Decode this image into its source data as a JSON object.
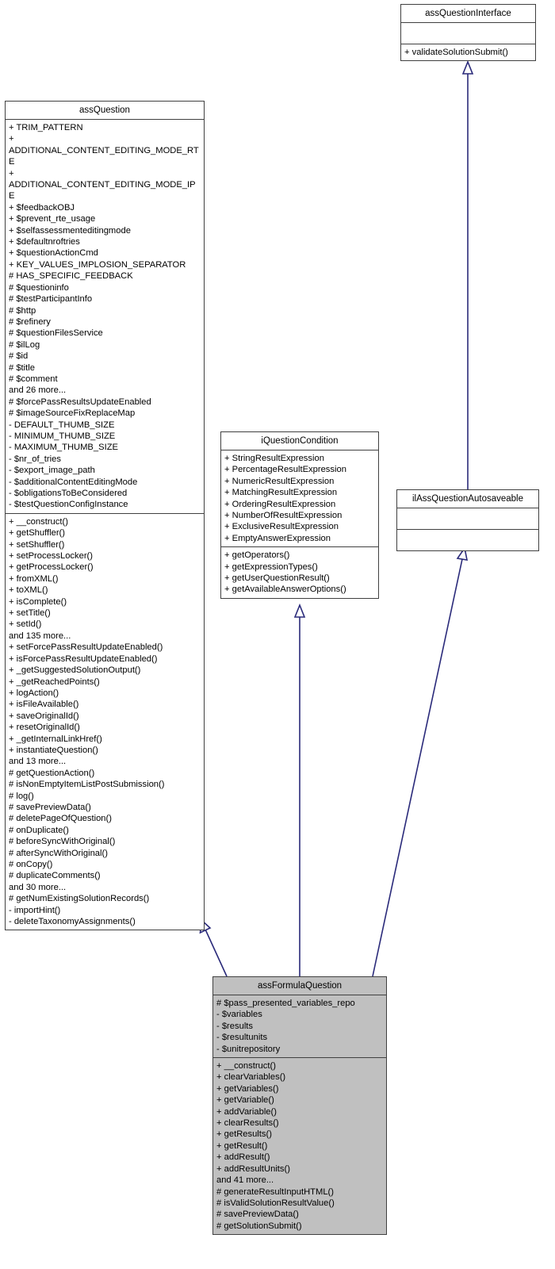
{
  "diagram": {
    "kind": "uml-class-diagram",
    "colors": {
      "box_border": "#404040",
      "box_fill": "#ffffff",
      "highlight_fill": "#c0c0c0",
      "edge": "#2a2a7a",
      "text": "#000000"
    }
  },
  "classes": {
    "ass_question_interface": {
      "name": "assQuestionInterface",
      "attributes": [],
      "operations": [
        "+ validateSolutionSubmit()"
      ]
    },
    "ass_question": {
      "name": "assQuestion",
      "attributes": [
        "+ TRIM_PATTERN",
        "+ ADDITIONAL_CONTENT_EDITING_MODE_RTE",
        "+ ADDITIONAL_CONTENT_EDITING_MODE_IPE",
        "+ $feedbackOBJ",
        "+ $prevent_rte_usage",
        "+ $selfassessmenteditingmode",
        "+ $defaultnroftries",
        "+ $questionActionCmd",
        "+ KEY_VALUES_IMPLOSION_SEPARATOR",
        "# HAS_SPECIFIC_FEEDBACK",
        "# $questioninfo",
        "# $testParticipantInfo",
        "# $http",
        "# $refinery",
        "# $questionFilesService",
        "# $ilLog",
        "# $id",
        "# $title",
        "# $comment",
        "and 26 more...",
        "# $forcePassResultsUpdateEnabled",
        "# $imageSourceFixReplaceMap",
        "- DEFAULT_THUMB_SIZE",
        "- MINIMUM_THUMB_SIZE",
        "- MAXIMUM_THUMB_SIZE",
        "- $nr_of_tries",
        "- $export_image_path",
        "- $additionalContentEditingMode",
        "- $obligationsToBeConsidered",
        "- $testQuestionConfigInstance"
      ],
      "operations": [
        "+ __construct()",
        "+ getShuffler()",
        "+ setShuffler()",
        "+ setProcessLocker()",
        "+ getProcessLocker()",
        "+ fromXML()",
        "+ toXML()",
        "+ isComplete()",
        "+ setTitle()",
        "+ setId()",
        "and 135 more...",
        "+ setForcePassResultUpdateEnabled()",
        "+ isForcePassResultUpdateEnabled()",
        "+ _getSuggestedSolutionOutput()",
        "+ _getReachedPoints()",
        "+ logAction()",
        "+ isFileAvailable()",
        "+ saveOriginalId()",
        "+ resetOriginalId()",
        "+ _getInternalLinkHref()",
        "+ instantiateQuestion()",
        "and 13 more...",
        "# getQuestionAction()",
        "# isNonEmptyItemListPostSubmission()",
        "# log()",
        "# savePreviewData()",
        "# deletePageOfQuestion()",
        "# onDuplicate()",
        "# beforeSyncWithOriginal()",
        "# afterSyncWithOriginal()",
        "# onCopy()",
        "# duplicateComments()",
        "and 30 more...",
        "# getNumExistingSolutionRecords()",
        "- importHint()",
        "- deleteTaxonomyAssignments()"
      ]
    },
    "i_question_condition": {
      "name": "iQuestionCondition",
      "attributes": [
        "+ StringResultExpression",
        "+ PercentageResultExpression",
        "+ NumericResultExpression",
        "+ MatchingResultExpression",
        "+ OrderingResultExpression",
        "+ NumberOfResultExpression",
        "+ ExclusiveResultExpression",
        "+ EmptyAnswerExpression"
      ],
      "operations": [
        "+ getOperators()",
        "+ getExpressionTypes()",
        "+ getUserQuestionResult()",
        "+ getAvailableAnswerOptions()"
      ]
    },
    "il_ass_question_autosaveable": {
      "name": "ilAssQuestionAutosaveable",
      "attributes": [],
      "operations": []
    },
    "ass_formula_question": {
      "name": "assFormulaQuestion",
      "attributes": [
        "# $pass_presented_variables_repo",
        "- $variables",
        "- $results",
        "- $resultunits",
        "- $unitrepository"
      ],
      "operations": [
        "+ __construct()",
        "+ clearVariables()",
        "+ getVariables()",
        "+ getVariable()",
        "+ addVariable()",
        "+ clearResults()",
        "+ getResults()",
        "+ getResult()",
        "+ addResult()",
        "+ addResultUnits()",
        "and 41 more...",
        "# generateResultInputHTML()",
        "# isValidSolutionResultValue()",
        "# savePreviewData()",
        "# getSolutionSubmit()"
      ]
    }
  },
  "relations": [
    {
      "from": "ass_formula_question",
      "to": "ass_question",
      "type": "inheritance"
    },
    {
      "from": "ass_formula_question",
      "to": "i_question_condition",
      "type": "inheritance"
    },
    {
      "from": "ass_formula_question",
      "to": "il_ass_question_autosaveable",
      "type": "inheritance"
    },
    {
      "from": "il_ass_question_autosaveable",
      "to": "ass_question_interface",
      "type": "inheritance"
    }
  ]
}
